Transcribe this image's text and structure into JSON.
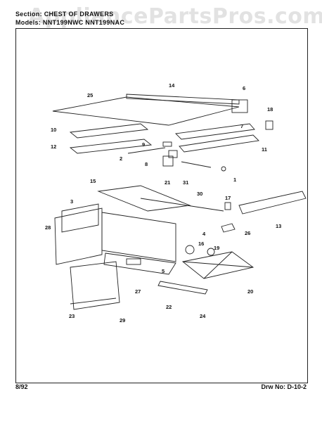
{
  "header": {
    "section_label": "Section: CHEST OF DRAWERS",
    "model_label": "Models: NNT199NWC  NNT199NAC"
  },
  "watermark": "AppliancePartsPros.com",
  "footer": {
    "date": "8/92",
    "drawing_number": "Drw No: D-10-2"
  },
  "callouts": [
    "25",
    "14",
    "6",
    "18",
    "10",
    "7",
    "12",
    "9",
    "11",
    "2",
    "8",
    "21",
    "31",
    "1",
    "15",
    "30",
    "17",
    "3",
    "26",
    "28",
    "4",
    "13",
    "16",
    "19",
    "5",
    "20",
    "27",
    "22",
    "23",
    "24",
    "29"
  ],
  "colors": {
    "line": "#222222",
    "watermark": "#bebebe"
  }
}
